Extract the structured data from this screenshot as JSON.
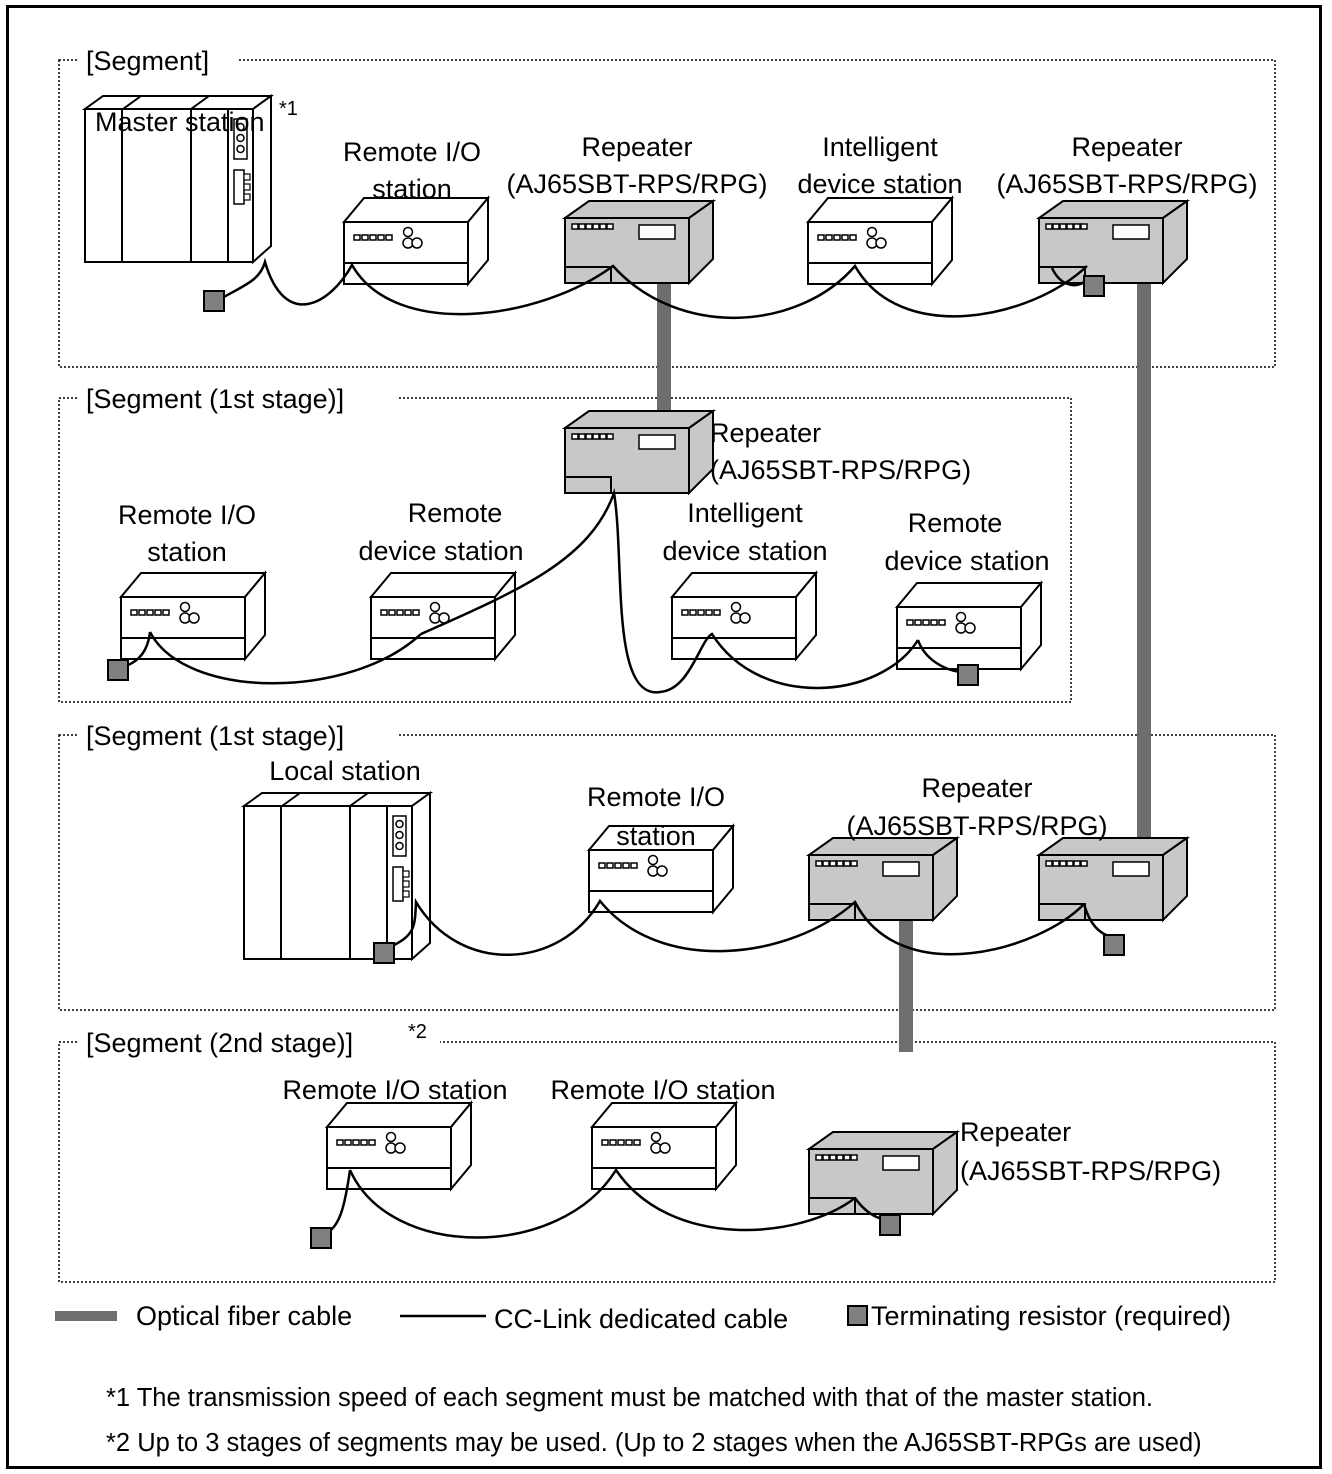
{
  "segments": [
    {
      "title": "[Segment]",
      "sup": ""
    },
    {
      "title": "[Segment (1st stage)]",
      "sup": ""
    },
    {
      "title": "[Segment (1st stage)]",
      "sup": ""
    },
    {
      "title": "[Segment (2nd stage)]",
      "sup": "*2"
    }
  ],
  "labels": {
    "master": [
      "Master station"
    ],
    "master_sup": "*1",
    "s1_remote_io": [
      "Remote I/O",
      "station"
    ],
    "s1_repeater1": [
      "Repeater",
      "(AJ65SBT-RPS/RPG)"
    ],
    "s1_intelligent": [
      "Intelligent",
      "device station"
    ],
    "s1_repeater2": [
      "Repeater",
      "(AJ65SBT-RPS/RPG)"
    ],
    "s2_repeater": [
      "Repeater",
      "(AJ65SBT-RPS/RPG)"
    ],
    "s2_remote_io": [
      "Remote I/O",
      "station"
    ],
    "s2_remote_dev1": [
      "Remote",
      "device station"
    ],
    "s2_intelligent": [
      "Intelligent",
      "device station"
    ],
    "s2_remote_dev2": [
      "Remote",
      "device station"
    ],
    "s3_local": [
      "Local station"
    ],
    "s3_remote_io": [
      "Remote I/O",
      "station"
    ],
    "s3_repeater": [
      "Repeater",
      "(AJ65SBT-RPS/RPG)"
    ],
    "s4_remote_io1": [
      "Remote I/O station"
    ],
    "s4_remote_io2": [
      "Remote I/O station"
    ],
    "s4_repeater": [
      "Repeater",
      "(AJ65SBT-RPS/RPG)"
    ]
  },
  "legend": {
    "optical": "Optical fiber cable",
    "cclink": "CC-Link dedicated cable",
    "terminator": "Terminating resistor (required)"
  },
  "notes": [
    "*1 The transmission speed of each segment must be matched with that of the master station.",
    "*2 Up to 3 stages of segments may be used. (Up to 2 stages when the AJ65SBT-RPGs are used)"
  ],
  "colors": {
    "fiber": "#6e6e6e",
    "repeater_fill": "#c8c8c8",
    "terminator_fill": "#808080",
    "border": "#000000"
  },
  "icons": [
    "plc-rack-icon",
    "remote-io-icon",
    "repeater-icon",
    "terminator-icon"
  ]
}
